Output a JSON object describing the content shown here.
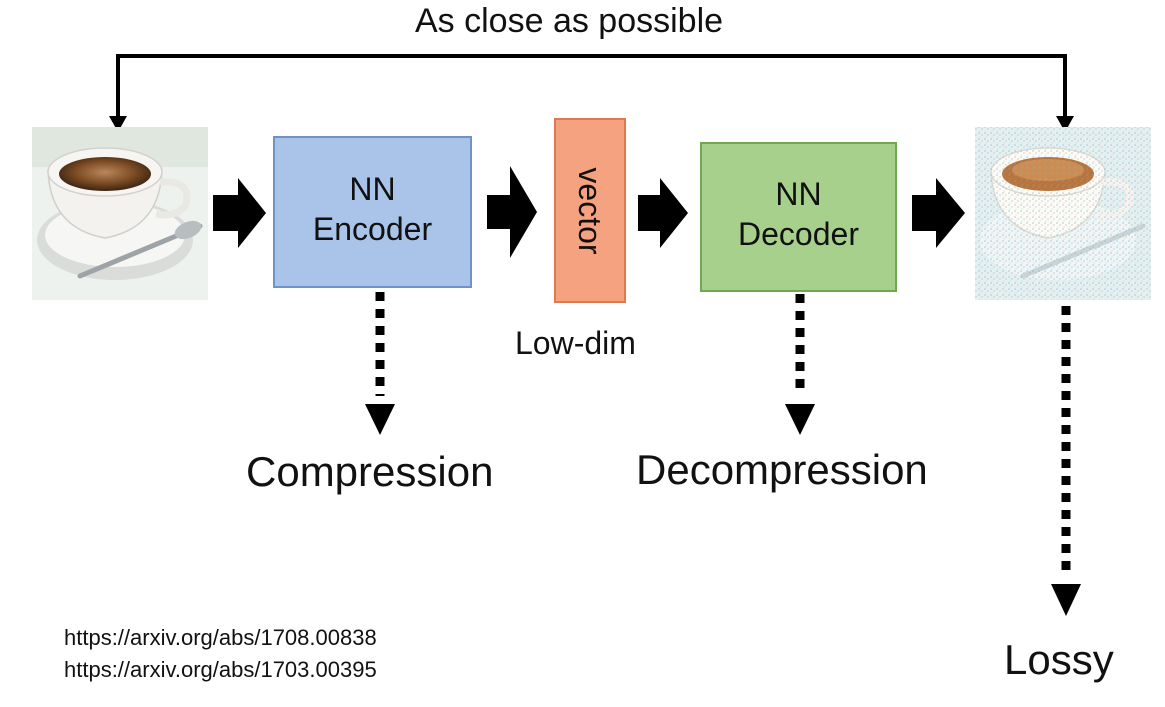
{
  "top_label": "As close as possible",
  "encoder": {
    "line1": "NN",
    "line2": "Encoder",
    "fill": "#a9c4e8",
    "stroke": "#6f93c8"
  },
  "vector": {
    "label": "vector",
    "caption": "Low-dim",
    "fill": "#f4a27f",
    "stroke": "#e07a4e"
  },
  "decoder": {
    "line1": "NN",
    "line2": "Decoder",
    "fill": "#a8d08d",
    "stroke": "#6fa84f"
  },
  "outputs": {
    "compression": "Compression",
    "decompression": "Decompression",
    "lossy": "Lossy"
  },
  "references": [
    "https://arxiv.org/abs/1708.00838",
    "https://arxiv.org/abs/1703.00395"
  ],
  "icons": {
    "input_image": "coffee-cup-image",
    "output_image": "noisy-coffee-cup-image"
  }
}
